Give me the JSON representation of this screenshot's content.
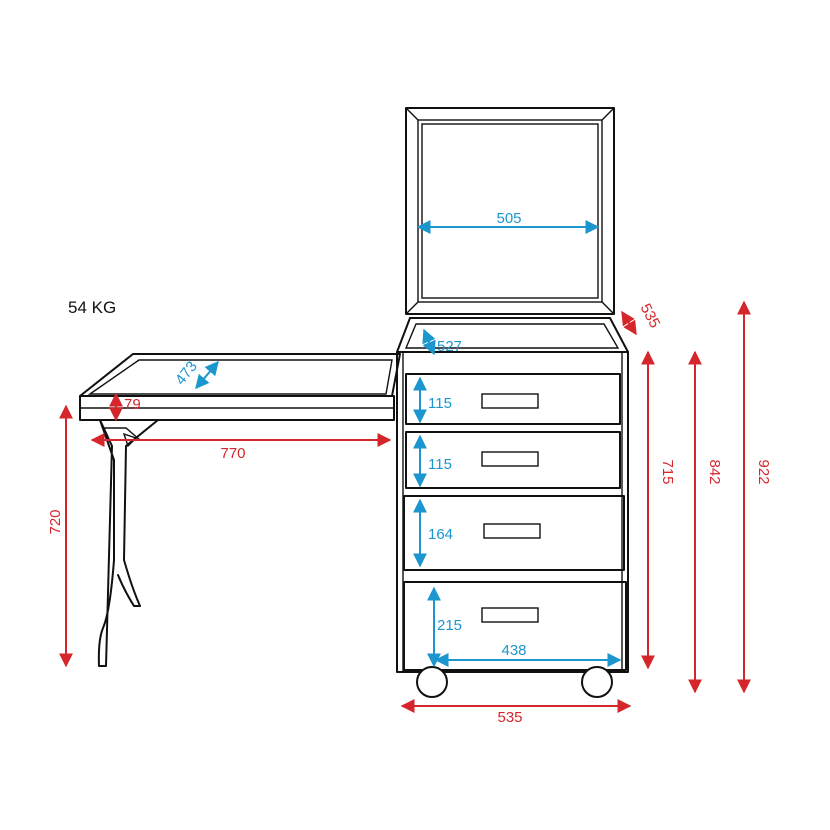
{
  "weight": "54 KG",
  "colors": {
    "outline": "#111111",
    "red_dimension": "#d4262b",
    "blue_dimension": "#1b96cf"
  },
  "dimensions": {
    "lid_width": "505",
    "depth_side": "535",
    "inner_depth": "527",
    "table_depth": "473",
    "table_thickness": "79",
    "table_width": "770",
    "table_height": "720",
    "drawer_1": "115",
    "drawer_2": "115",
    "drawer_3": "164",
    "drawer_4": "215",
    "inner_width": "438",
    "base_width": "535",
    "body_height": "715",
    "height_closed": "842",
    "height_total": "922"
  }
}
